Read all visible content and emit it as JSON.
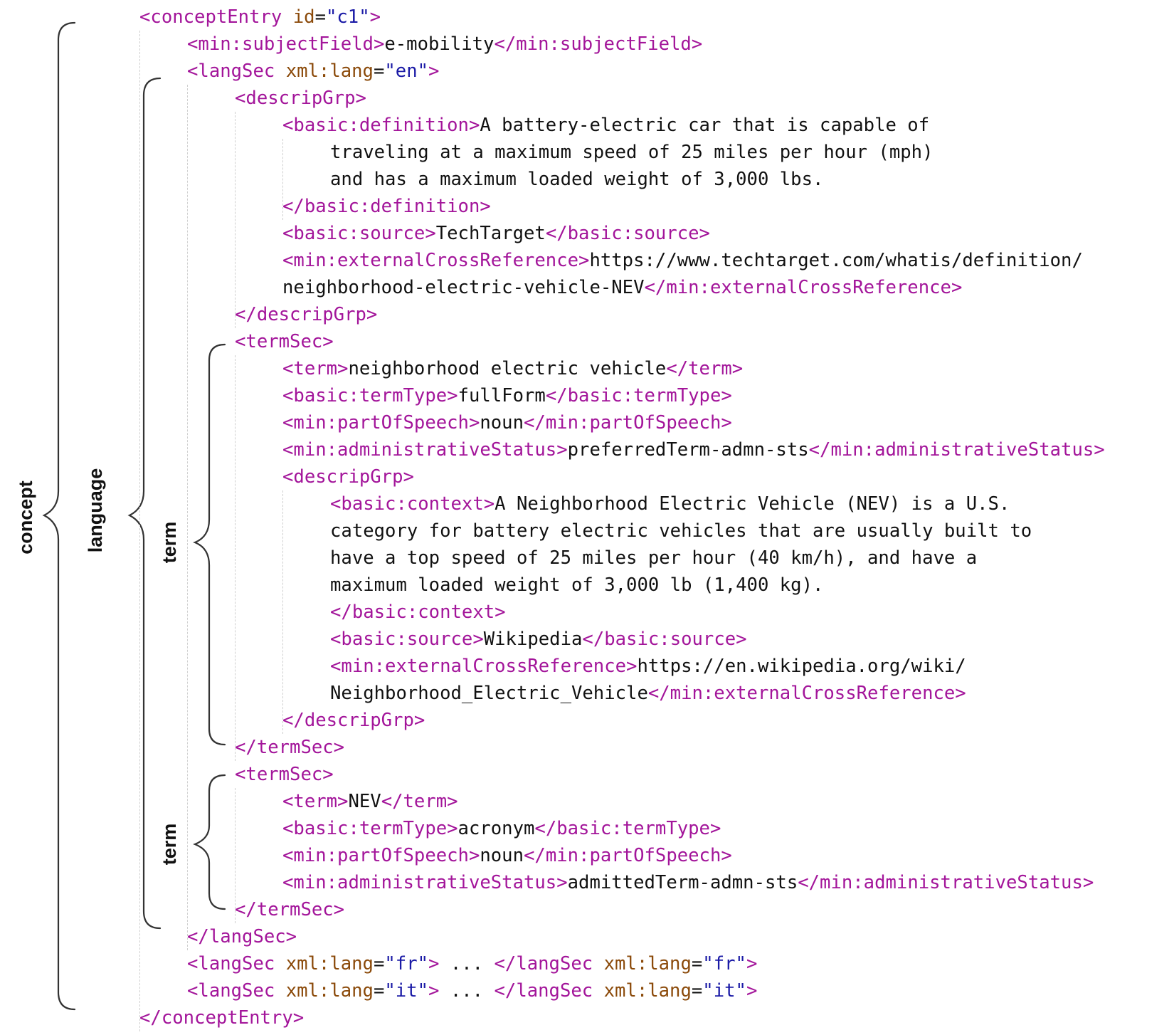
{
  "labels": {
    "concept": "concept",
    "language": "language",
    "term1": "term",
    "term2": "term"
  },
  "lines": [
    {
      "indent": 0,
      "parts": [
        [
          "tag",
          "<conceptEntry "
        ],
        [
          "attr",
          "id"
        ],
        [
          "eq",
          "="
        ],
        [
          "val",
          "\"c1\""
        ],
        [
          "tag",
          ">"
        ]
      ]
    },
    {
      "indent": 1,
      "parts": [
        [
          "tag",
          "<min:subjectField>"
        ],
        [
          "txt",
          "e-mobility"
        ],
        [
          "tag",
          "</min:subjectField>"
        ]
      ]
    },
    {
      "indent": 1,
      "parts": [
        [
          "tag",
          "<langSec "
        ],
        [
          "attr",
          "xml:lang"
        ],
        [
          "eq",
          "="
        ],
        [
          "val",
          "\"en\""
        ],
        [
          "tag",
          ">"
        ]
      ]
    },
    {
      "indent": 2,
      "parts": [
        [
          "tag",
          "<descripGrp>"
        ]
      ]
    },
    {
      "indent": 3,
      "parts": [
        [
          "tag",
          "<basic:definition>"
        ],
        [
          "txt",
          "A battery-electric car that is capable of"
        ]
      ]
    },
    {
      "indent": 4,
      "parts": [
        [
          "txt",
          "traveling at a maximum speed of 25 miles per hour (mph)"
        ]
      ]
    },
    {
      "indent": 4,
      "parts": [
        [
          "txt",
          "and has a maximum loaded weight of 3,000 lbs."
        ]
      ]
    },
    {
      "indent": 3,
      "parts": [
        [
          "tag",
          "</basic:definition>"
        ]
      ]
    },
    {
      "indent": 3,
      "parts": [
        [
          "tag",
          "<basic:source>"
        ],
        [
          "txt",
          "TechTarget"
        ],
        [
          "tag",
          "</basic:source>"
        ]
      ]
    },
    {
      "indent": 3,
      "parts": [
        [
          "tag",
          "<min:externalCrossReference>"
        ],
        [
          "txt",
          "https://www.techtarget.com/whatis/definition/"
        ]
      ]
    },
    {
      "indent": 3,
      "parts": [
        [
          "txt",
          "neighborhood-electric-vehicle-NEV"
        ],
        [
          "tag",
          "</min:externalCrossReference>"
        ]
      ]
    },
    {
      "indent": 2,
      "parts": [
        [
          "tag",
          "</descripGrp>"
        ]
      ]
    },
    {
      "indent": 2,
      "parts": [
        [
          "tag",
          "<termSec>"
        ]
      ]
    },
    {
      "indent": 3,
      "parts": [
        [
          "tag",
          "<term>"
        ],
        [
          "txt",
          "neighborhood electric vehicle"
        ],
        [
          "tag",
          "</term>"
        ]
      ]
    },
    {
      "indent": 3,
      "parts": [
        [
          "tag",
          "<basic:termType>"
        ],
        [
          "txt",
          "fullForm"
        ],
        [
          "tag",
          "</basic:termType>"
        ]
      ]
    },
    {
      "indent": 3,
      "parts": [
        [
          "tag",
          "<min:partOfSpeech>"
        ],
        [
          "txt",
          "noun"
        ],
        [
          "tag",
          "</min:partOfSpeech>"
        ]
      ]
    },
    {
      "indent": 3,
      "parts": [
        [
          "tag",
          "<min:administrativeStatus>"
        ],
        [
          "txt",
          "preferredTerm-admn-sts"
        ],
        [
          "tag",
          "</min:administrativeStatus>"
        ]
      ]
    },
    {
      "indent": 3,
      "parts": [
        [
          "tag",
          "<descripGrp>"
        ]
      ]
    },
    {
      "indent": 4,
      "parts": [
        [
          "tag",
          "<basic:context>"
        ],
        [
          "txt",
          "A Neighborhood Electric Vehicle (NEV) is a U.S."
        ]
      ]
    },
    {
      "indent": 4,
      "parts": [
        [
          "txt",
          "category for battery electric vehicles that are usually built to"
        ]
      ]
    },
    {
      "indent": 4,
      "parts": [
        [
          "txt",
          "have a top speed of 25 miles per hour (40 km/h), and have a"
        ]
      ]
    },
    {
      "indent": 4,
      "parts": [
        [
          "txt",
          "maximum loaded weight of 3,000 lb (1,400 kg)."
        ]
      ]
    },
    {
      "indent": 4,
      "parts": [
        [
          "tag",
          "</basic:context>"
        ]
      ]
    },
    {
      "indent": 4,
      "parts": [
        [
          "tag",
          "<basic:source>"
        ],
        [
          "txt",
          "Wikipedia"
        ],
        [
          "tag",
          "</basic:source>"
        ]
      ]
    },
    {
      "indent": 4,
      "parts": [
        [
          "tag",
          "<min:externalCrossReference>"
        ],
        [
          "txt",
          "https://en.wikipedia.org/wiki/"
        ]
      ]
    },
    {
      "indent": 4,
      "parts": [
        [
          "txt",
          "Neighborhood_Electric_Vehicle"
        ],
        [
          "tag",
          "</min:externalCrossReference>"
        ]
      ]
    },
    {
      "indent": 3,
      "parts": [
        [
          "tag",
          "</descripGrp>"
        ]
      ]
    },
    {
      "indent": 2,
      "parts": [
        [
          "tag",
          "</termSec>"
        ]
      ]
    },
    {
      "indent": 2,
      "parts": [
        [
          "tag",
          "<termSec>"
        ]
      ]
    },
    {
      "indent": 3,
      "parts": [
        [
          "tag",
          "<term>"
        ],
        [
          "txt",
          "NEV"
        ],
        [
          "tag",
          "</term>"
        ]
      ]
    },
    {
      "indent": 3,
      "parts": [
        [
          "tag",
          "<basic:termType>"
        ],
        [
          "txt",
          "acronym"
        ],
        [
          "tag",
          "</basic:termType>"
        ]
      ]
    },
    {
      "indent": 3,
      "parts": [
        [
          "tag",
          "<min:partOfSpeech>"
        ],
        [
          "txt",
          "noun"
        ],
        [
          "tag",
          "</min:partOfSpeech>"
        ]
      ]
    },
    {
      "indent": 3,
      "parts": [
        [
          "tag",
          "<min:administrativeStatus>"
        ],
        [
          "txt",
          "admittedTerm-admn-sts"
        ],
        [
          "tag",
          "</min:administrativeStatus>"
        ]
      ]
    },
    {
      "indent": 2,
      "parts": [
        [
          "tag",
          "</termSec>"
        ]
      ]
    },
    {
      "indent": 1,
      "parts": [
        [
          "tag",
          "</langSec>"
        ]
      ]
    },
    {
      "indent": 1,
      "parts": [
        [
          "tag",
          "<langSec "
        ],
        [
          "attr",
          "xml:lang"
        ],
        [
          "eq",
          "="
        ],
        [
          "val",
          "\"fr\""
        ],
        [
          "tag",
          "> "
        ],
        [
          "txt",
          "... "
        ],
        [
          "tag",
          "</langSec "
        ],
        [
          "attr",
          "xml:lang"
        ],
        [
          "eq",
          "="
        ],
        [
          "val",
          "\"fr\""
        ],
        [
          "tag",
          ">"
        ]
      ]
    },
    {
      "indent": 1,
      "parts": [
        [
          "tag",
          "<langSec "
        ],
        [
          "attr",
          "xml:lang"
        ],
        [
          "eq",
          "="
        ],
        [
          "val",
          "\"it\""
        ],
        [
          "tag",
          "> "
        ],
        [
          "txt",
          "... "
        ],
        [
          "tag",
          "</langSec "
        ],
        [
          "attr",
          "xml:lang"
        ],
        [
          "eq",
          "="
        ],
        [
          "val",
          "\"it\""
        ],
        [
          "tag",
          ">"
        ]
      ]
    },
    {
      "indent": 0,
      "parts": [
        [
          "tag",
          "</conceptEntry>"
        ]
      ]
    }
  ]
}
